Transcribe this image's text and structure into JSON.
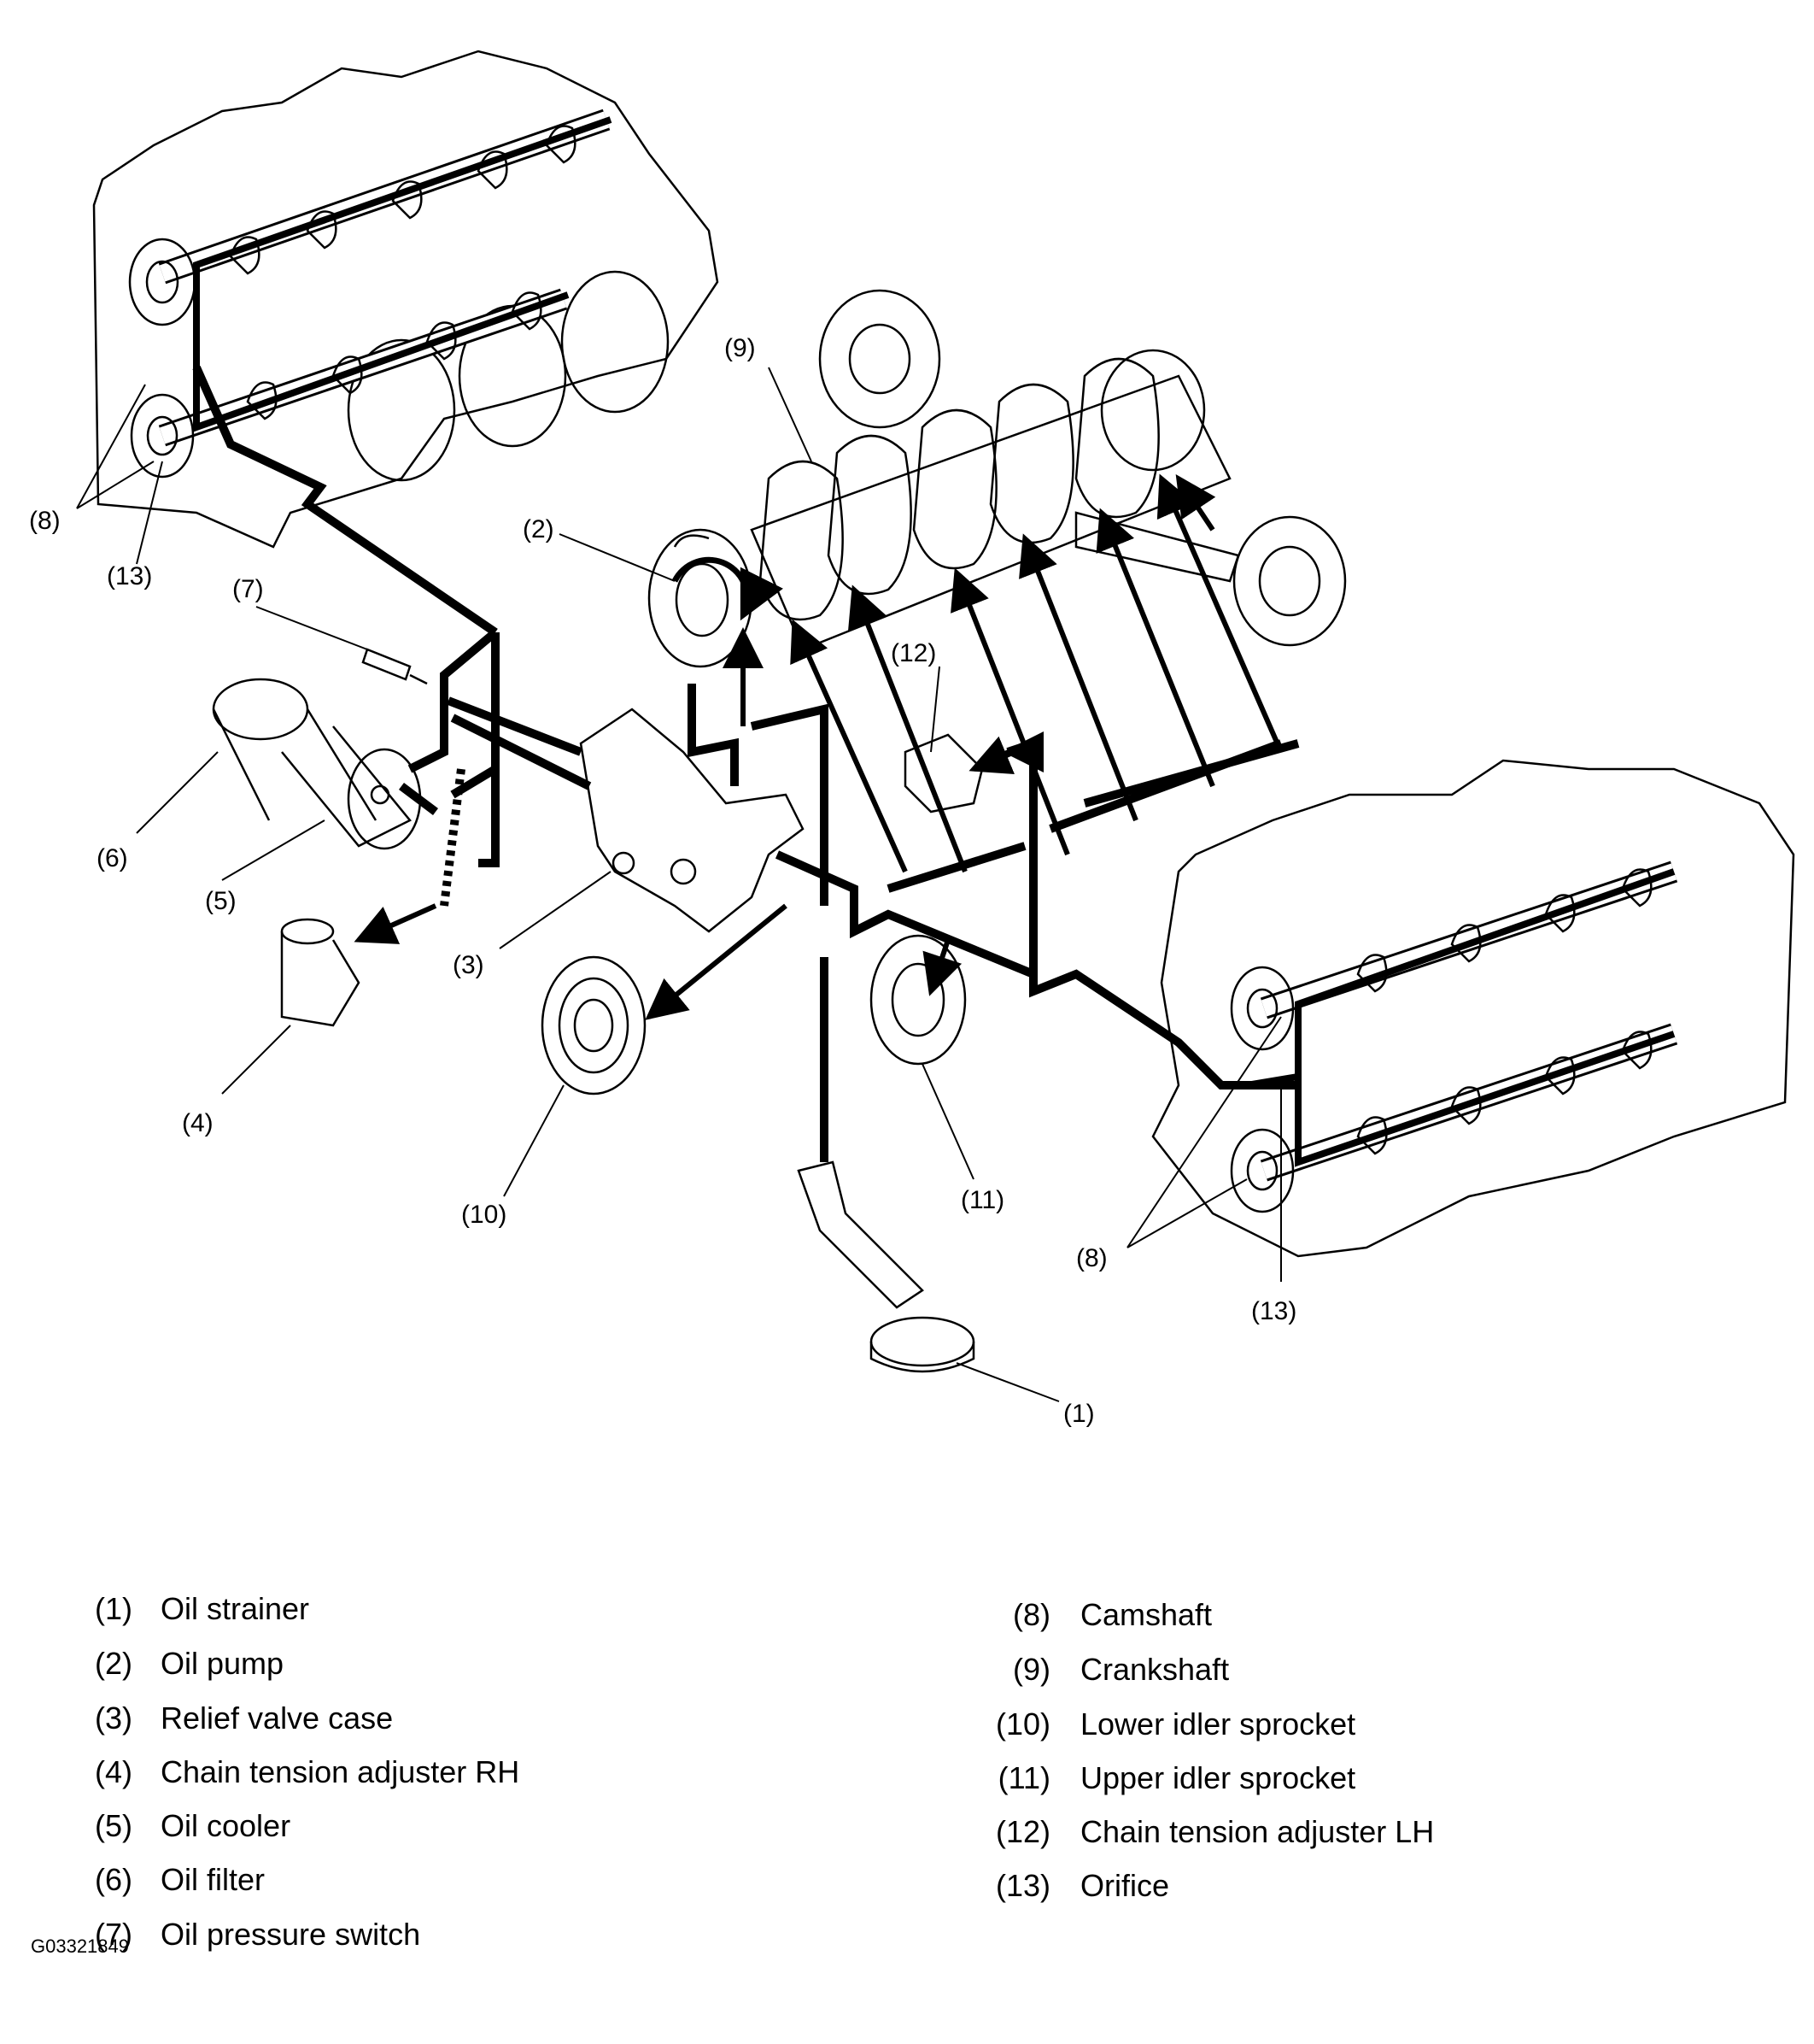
{
  "callouts": {
    "c8_left": "(8)",
    "c13_left": "(13)",
    "c7": "(7)",
    "c6": "(6)",
    "c5": "(5)",
    "c4": "(4)",
    "c3": "(3)",
    "c2": "(2)",
    "c9": "(9)",
    "c12": "(12)",
    "c10": "(10)",
    "c11": "(11)",
    "c8_right": "(8)",
    "c13_right": "(13)",
    "c1": "(1)"
  },
  "legend": {
    "left": [
      {
        "num": "(1)",
        "label": "Oil strainer"
      },
      {
        "num": "(2)",
        "label": "Oil pump"
      },
      {
        "num": "(3)",
        "label": "Relief valve case"
      },
      {
        "num": "(4)",
        "label": "Chain tension adjuster RH"
      },
      {
        "num": "(5)",
        "label": "Oil cooler"
      },
      {
        "num": "(6)",
        "label": "Oil filter"
      },
      {
        "num": "(7)",
        "label": "Oil pressure switch"
      }
    ],
    "right": [
      {
        "num": "(8)",
        "label": "Camshaft"
      },
      {
        "num": "(9)",
        "label": "Crankshaft"
      },
      {
        "num": "(10)",
        "label": "Lower idler sprocket"
      },
      {
        "num": "(11)",
        "label": "Upper idler sprocket"
      },
      {
        "num": "(12)",
        "label": "Chain tension adjuster LH"
      },
      {
        "num": "(13)",
        "label": "Orifice"
      }
    ]
  },
  "figure_id": "G03321849",
  "colors": {
    "ink": "#000000",
    "paper": "#ffffff"
  }
}
